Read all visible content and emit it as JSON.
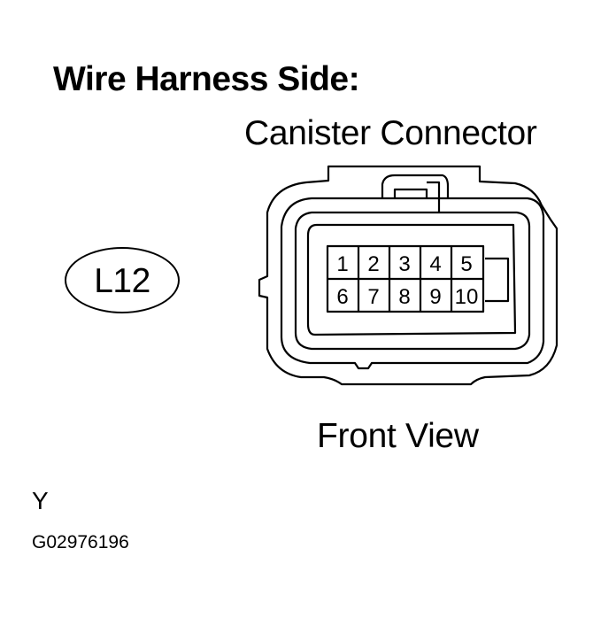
{
  "header": {
    "title": "Wire Harness Side:"
  },
  "connector": {
    "name": "Canister Connector",
    "id": "L12",
    "view": "Front View",
    "pins_top": [
      "1",
      "2",
      "3",
      "4",
      "5"
    ],
    "pins_bottom": [
      "6",
      "7",
      "8",
      "9",
      "10"
    ]
  },
  "footer": {
    "code": "Y",
    "figure_number": "G02976196"
  }
}
